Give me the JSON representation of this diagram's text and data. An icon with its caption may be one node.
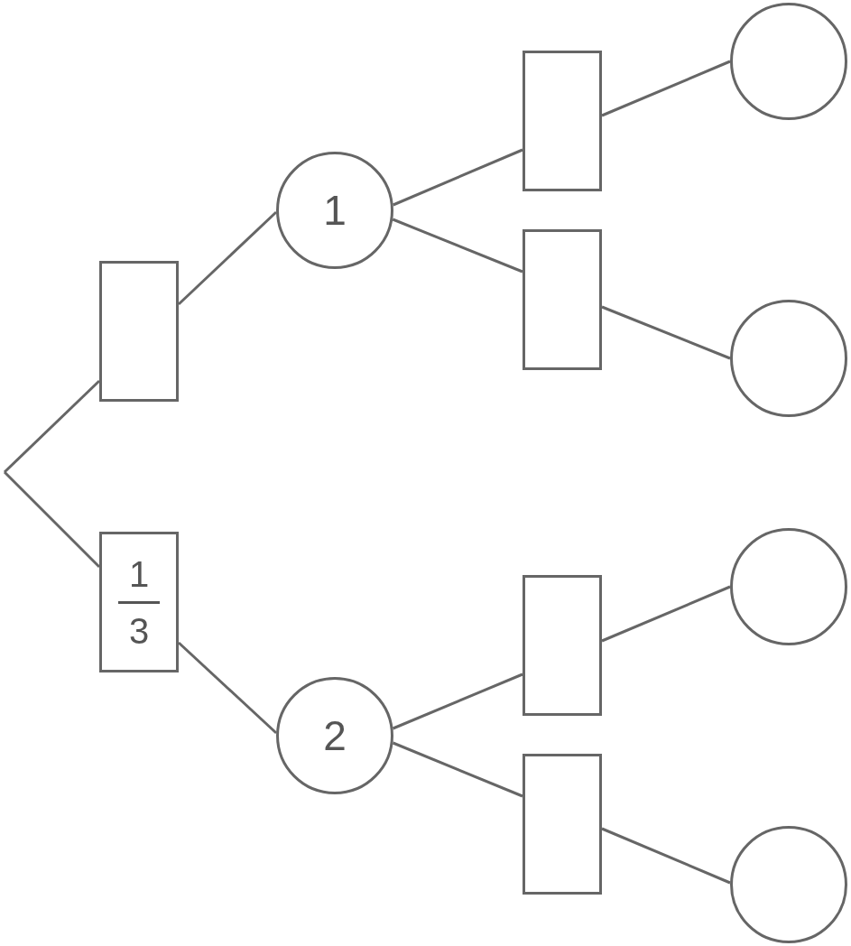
{
  "diagram": {
    "nodes": [
      {
        "text": [],
        "shape": "box"
      },
      {
        "text": [
          "1",
          "3"
        ]
      },
      {
        "text": [
          "1"
        ]
      },
      {
        "text": [
          "2"
        ]
      },
      {
        "text": [],
        "shape": "box"
      },
      {
        "text": [],
        "shape": "box"
      },
      {
        "text": [],
        "shape": "box"
      },
      {
        "text": [],
        "shape": "box"
      },
      {
        "text": [],
        "shape": "circle"
      },
      {
        "text": [],
        "shape": "circle"
      },
      {
        "text": [],
        "shape": "circle"
      },
      {
        "text": [],
        "shape": "circle"
      }
    ],
    "edges": [
      {
        "from": null,
        "to": 0,
        "arrow": "none"
      },
      {
        "from": null,
        "to": 1,
        "arrow": "none"
      },
      {
        "from": 0,
        "to": 2,
        "arrow": "none"
      },
      {
        "from": 1,
        "to": 3,
        "arrow": "none"
      },
      {
        "from": 2,
        "to": 4,
        "arrow": "none"
      },
      {
        "from": 2,
        "to": 5,
        "arrow": "none"
      },
      {
        "from": 3,
        "to": 6,
        "arrow": "none"
      },
      {
        "from": 3,
        "to": 7,
        "arrow": "none"
      },
      {
        "from": 4,
        "to": 8,
        "arrow": "none"
      },
      {
        "from": 5,
        "to": 9,
        "arrow": "none"
      },
      {
        "from": 6,
        "to": 10,
        "arrow": "none"
      },
      {
        "from": 7,
        "to": 11,
        "arrow": "none"
      }
    ]
  }
}
